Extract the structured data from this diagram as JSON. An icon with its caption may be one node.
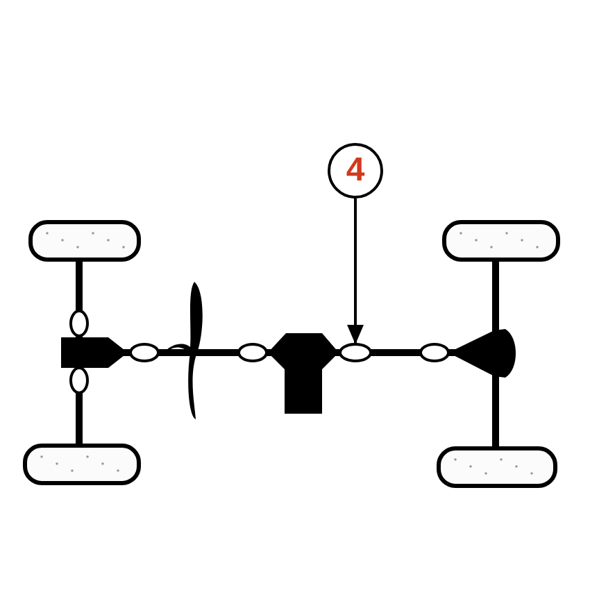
{
  "diagram": {
    "nodes": [
      {
        "text": [
          "4"
        ]
      },
      {
        "text": [],
        "shape": "circle"
      }
    ],
    "edges": [
      {
        "from": 0,
        "to": 1,
        "arrow": "to"
      }
    ]
  }
}
